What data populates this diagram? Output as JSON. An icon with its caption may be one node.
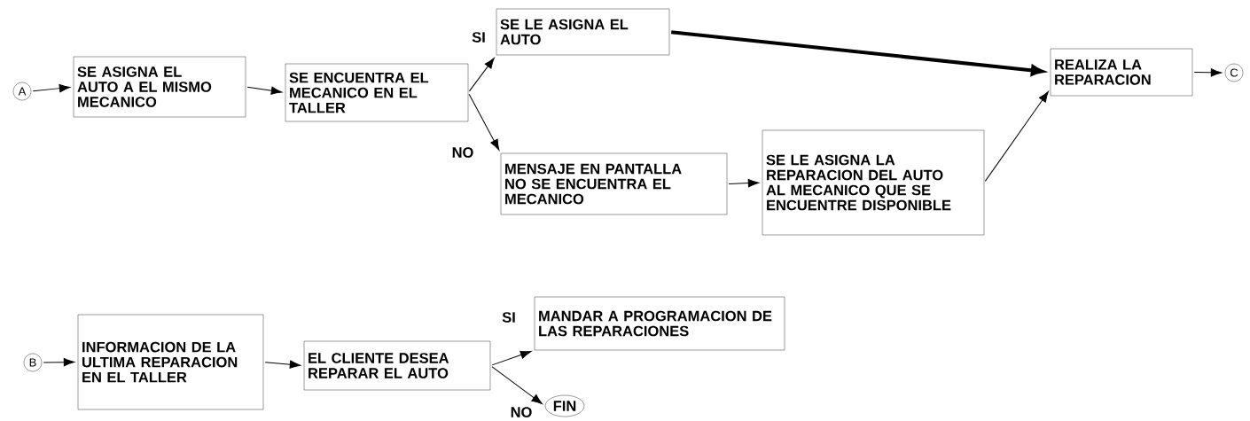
{
  "diagram": {
    "nodes": [
      {
        "text": [
          "A"
        ]
      },
      {
        "text": [
          "SE ASIGNA EL AUTO A EL MISMO MECANICO"
        ]
      },
      {
        "text": [
          "SE ENCUENTRA EL MECANICO EN EL TALLER"
        ]
      },
      {
        "text": [
          "SE LE ASIGNA EL AUTO"
        ]
      },
      {
        "text": [
          "MENSAJE EN PANTALLA NO SE ENCUENTRA EL MECANICO"
        ]
      },
      {
        "text": [
          "SE LE ASIGNA LA REPARACION DEL AUTO AL MECANICO QUE SE ENCUENTRE DISPONIBLE"
        ]
      },
      {
        "text": [
          "REALIZA LA REPARACION"
        ]
      },
      {
        "text": [
          "C"
        ]
      },
      {
        "text": [
          "B"
        ]
      },
      {
        "text": [
          "INFORMACION DE LA ULTIMA REPARACION EN EL TALLER"
        ]
      },
      {
        "text": [
          "EL CLIENTE DESEA REPARAR EL AUTO"
        ]
      },
      {
        "text": [
          "MANDAR A PROGRAMACION DE LAS REPARACIONES"
        ]
      },
      {
        "text": [
          "FIN"
        ]
      }
    ],
    "edges": [
      {
        "from": 0,
        "to": 1,
        "arrow": "to"
      },
      {
        "from": 1,
        "to": 2,
        "arrow": "to"
      },
      {
        "from": 2,
        "to": 3,
        "arrow": "to",
        "label": "SI"
      },
      {
        "from": 2,
        "to": 4,
        "arrow": "to",
        "label": "NO"
      },
      {
        "from": 4,
        "to": 5,
        "arrow": "to"
      },
      {
        "from": 3,
        "to": 6,
        "arrow": "to",
        "style": "thick"
      },
      {
        "from": 5,
        "to": 6,
        "arrow": "to"
      },
      {
        "from": 6,
        "to": 7,
        "arrow": "to"
      },
      {
        "from": 8,
        "to": 9,
        "arrow": "to"
      },
      {
        "from": 9,
        "to": 10,
        "arrow": "to"
      },
      {
        "from": 10,
        "to": 11,
        "arrow": "to",
        "label": "SI"
      },
      {
        "from": 10,
        "to": 12,
        "arrow": "to",
        "label": "NO"
      }
    ]
  }
}
